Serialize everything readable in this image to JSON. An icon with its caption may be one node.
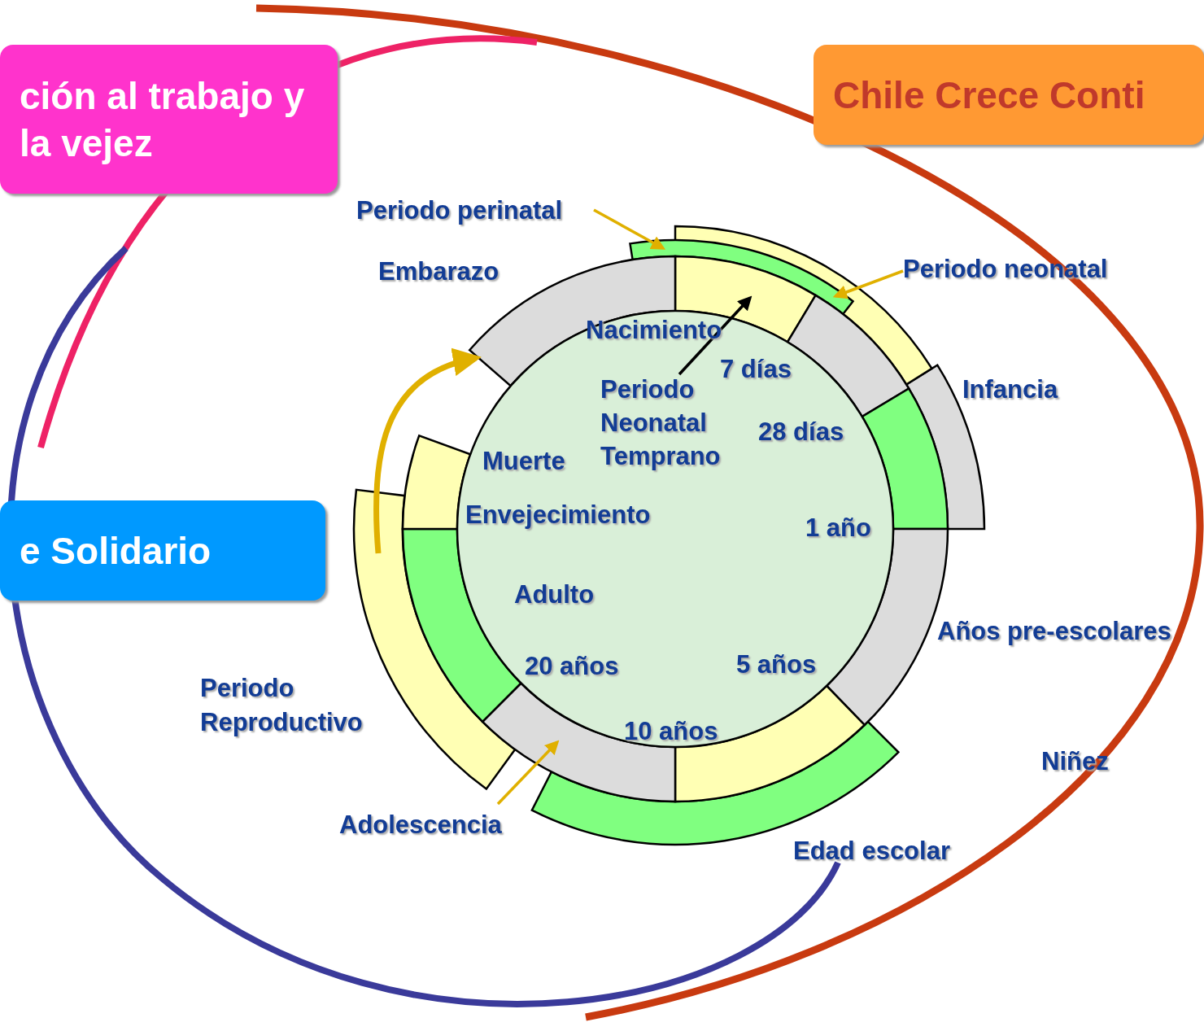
{
  "diagram": {
    "nodes": [
      {
        "text": [
          "ción al trabajo y la vejez"
        ]
      },
      {
        "text": [
          "Chile Crece Conti"
        ]
      },
      {
        "text": [
          "e Solidario"
        ]
      },
      {
        "text": [
          "Periodo perinatal"
        ]
      },
      {
        "text": [],
        "shape": "arc"
      },
      {
        "text": [
          "Periodo neonatal"
        ]
      },
      {
        "text": [],
        "shape": "arc"
      },
      {
        "text": [
          "Periodo Neonatal Temprano"
        ]
      },
      {
        "text": [],
        "shape": "arc"
      },
      {
        "text": [
          "Adolescencia"
        ]
      },
      {
        "text": [],
        "shape": "arc"
      },
      {
        "text": [],
        "shape": "arc"
      },
      {
        "text": [],
        "shape": "arc"
      },
      {
        "text": [],
        "shape": "arc"
      },
      {
        "text": [],
        "shape": "arc"
      },
      {
        "text": [],
        "shape": "arc"
      },
      {
        "text": [],
        "shape": "arc"
      },
      {
        "text": [],
        "shape": "arc"
      },
      {
        "text": [],
        "shape": "arc"
      },
      {
        "text": [],
        "shape": "arc"
      },
      {
        "text": [],
        "shape": "arc"
      }
    ],
    "edges": [
      {
        "from": 3,
        "to": 4,
        "arrow": "to"
      },
      {
        "from": 5,
        "to": 6,
        "arrow": "to"
      },
      {
        "from": 7,
        "to": 8,
        "arrow": "to",
        "color": "#000000"
      },
      {
        "from": 9,
        "to": 10,
        "arrow": "to"
      },
      {
        "from": 11,
        "to": 12,
        "arrow": "to",
        "style": "thick"
      }
    ],
    "labels": [
      "Embarazo",
      "Nacimiento",
      "7 días",
      "28 días",
      "Infancia",
      "Muerte",
      "Envejecimiento",
      "1 año",
      "Adulto",
      "Años pre-escolares",
      "20 años",
      "5 años",
      "Periodo Reproductivo",
      "10 años",
      "Niñez",
      "Edad escolar"
    ]
  }
}
